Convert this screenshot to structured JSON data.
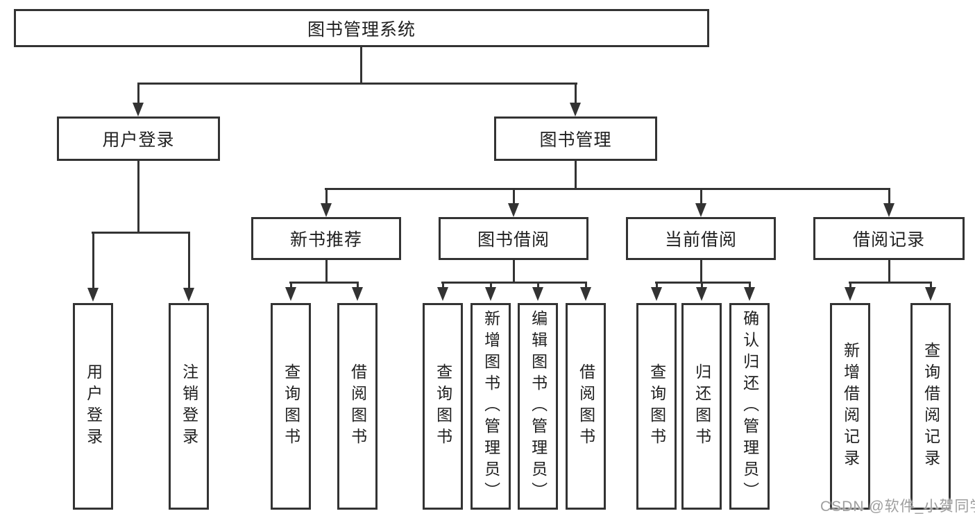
{
  "colors": {
    "line": "#333333",
    "box_fill": "#ffffff",
    "text": "#1f1f1f",
    "watermark": "#9e9e9e"
  },
  "tree": {
    "root": "图书管理系统",
    "children": [
      {
        "label": "用户登录",
        "children": [
          "用户登录",
          "注销登录"
        ]
      },
      {
        "label": "图书管理",
        "children": [
          {
            "label": "新书推荐",
            "children": [
              "查询图书",
              "借阅图书"
            ]
          },
          {
            "label": "图书借阅",
            "children": [
              "查询图书",
              "新增图书（管理员）",
              "编辑图书（管理员）",
              "借阅图书"
            ]
          },
          {
            "label": "当前借阅",
            "children": [
              "查询图书",
              "归还图书",
              "确认归还（管理员）"
            ]
          },
          {
            "label": "借阅记录",
            "children": [
              "新增借阅记录",
              "查询借阅记录"
            ]
          }
        ]
      }
    ]
  },
  "watermark": {
    "text": "CSDN @软件_小贺同学"
  }
}
